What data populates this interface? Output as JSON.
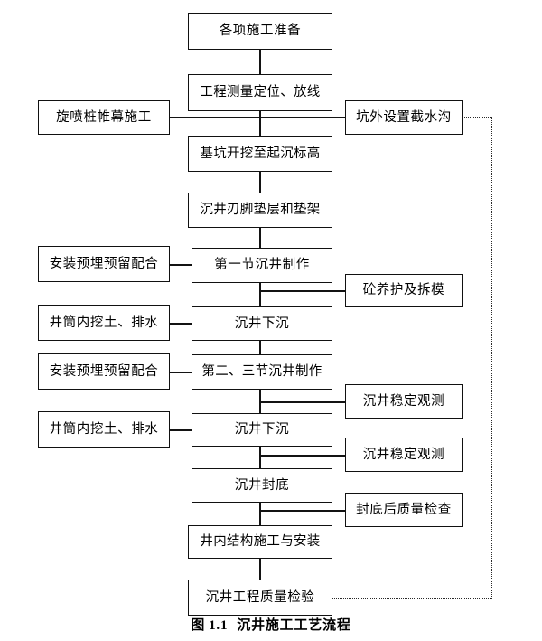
{
  "figure": {
    "caption_label": "图",
    "caption_number": "1.1",
    "caption_title": "沉井施工工艺流程",
    "caption_full": "图 1.1  沉井施工工艺流程",
    "line_color": "#131313",
    "box_border_color": "#111111",
    "background_color": "#ffffff",
    "text_color": "#000000"
  },
  "chart_data": {
    "type": "diagram",
    "title": "图 1.1  沉井施工工艺流程",
    "orientation": "top-to-bottom",
    "columns": [
      "left",
      "main",
      "right"
    ],
    "nodes": [
      {
        "id": "n1",
        "column": "main",
        "label": "各项施工准备"
      },
      {
        "id": "n2",
        "column": "main",
        "label": "工程测量定位、放线"
      },
      {
        "id": "n3",
        "column": "left",
        "label": "旋喷桩帷幕施工"
      },
      {
        "id": "n4",
        "column": "right",
        "label": "坑外设置截水沟"
      },
      {
        "id": "n5",
        "column": "main",
        "label": "基坑开挖至起沉标高"
      },
      {
        "id": "n6",
        "column": "main",
        "label": "沉井刃脚垫层和垫架"
      },
      {
        "id": "n7",
        "column": "left",
        "label": "安装预埋预留配合"
      },
      {
        "id": "n8",
        "column": "main",
        "label": "第一节沉井制作"
      },
      {
        "id": "n9",
        "column": "right",
        "label": "砼养护及拆模"
      },
      {
        "id": "n10",
        "column": "left",
        "label": "井筒内挖土、排水"
      },
      {
        "id": "n11",
        "column": "main",
        "label": "沉井下沉"
      },
      {
        "id": "n12",
        "column": "left",
        "label": "安装预埋预留配合"
      },
      {
        "id": "n13",
        "column": "main",
        "label": "第二、三节沉井制作"
      },
      {
        "id": "n14",
        "column": "right",
        "label": "沉井稳定观测"
      },
      {
        "id": "n15",
        "column": "left",
        "label": "井筒内挖土、排水"
      },
      {
        "id": "n16",
        "column": "main",
        "label": "沉井下沉"
      },
      {
        "id": "n17",
        "column": "right",
        "label": "沉井稳定观测"
      },
      {
        "id": "n18",
        "column": "main",
        "label": "沉井封底"
      },
      {
        "id": "n19",
        "column": "right",
        "label": "封底后质量检查"
      },
      {
        "id": "n20",
        "column": "main",
        "label": "井内结构施工与安装"
      },
      {
        "id": "n21",
        "column": "main",
        "label": "沉井工程质量检验"
      }
    ],
    "edges": [
      {
        "from": "n1",
        "to": "n2",
        "style": "solid"
      },
      {
        "from": "n2",
        "to": "n5",
        "style": "solid"
      },
      {
        "from": "n3",
        "to": "n2",
        "style": "solid"
      },
      {
        "from": "n2",
        "to": "n4",
        "style": "solid"
      },
      {
        "from": "n5",
        "to": "n6",
        "style": "solid"
      },
      {
        "from": "n6",
        "to": "n8",
        "style": "solid"
      },
      {
        "from": "n7",
        "to": "n8",
        "style": "solid"
      },
      {
        "from": "n8",
        "to": "n9",
        "style": "solid"
      },
      {
        "from": "n8",
        "to": "n11",
        "style": "solid"
      },
      {
        "from": "n10",
        "to": "n11",
        "style": "solid"
      },
      {
        "from": "n11",
        "to": "n13",
        "style": "solid"
      },
      {
        "from": "n12",
        "to": "n13",
        "style": "solid"
      },
      {
        "from": "n13",
        "to": "n14",
        "style": "solid"
      },
      {
        "from": "n13",
        "to": "n16",
        "style": "solid"
      },
      {
        "from": "n15",
        "to": "n16",
        "style": "solid"
      },
      {
        "from": "n16",
        "to": "n17",
        "style": "solid"
      },
      {
        "from": "n16",
        "to": "n18",
        "style": "solid"
      },
      {
        "from": "n18",
        "to": "n19",
        "style": "solid"
      },
      {
        "from": "n18",
        "to": "n20",
        "style": "solid"
      },
      {
        "from": "n20",
        "to": "n21",
        "style": "solid"
      },
      {
        "from": "n4",
        "to": "n21",
        "style": "dotted",
        "note": "long right-side return path"
      }
    ]
  }
}
